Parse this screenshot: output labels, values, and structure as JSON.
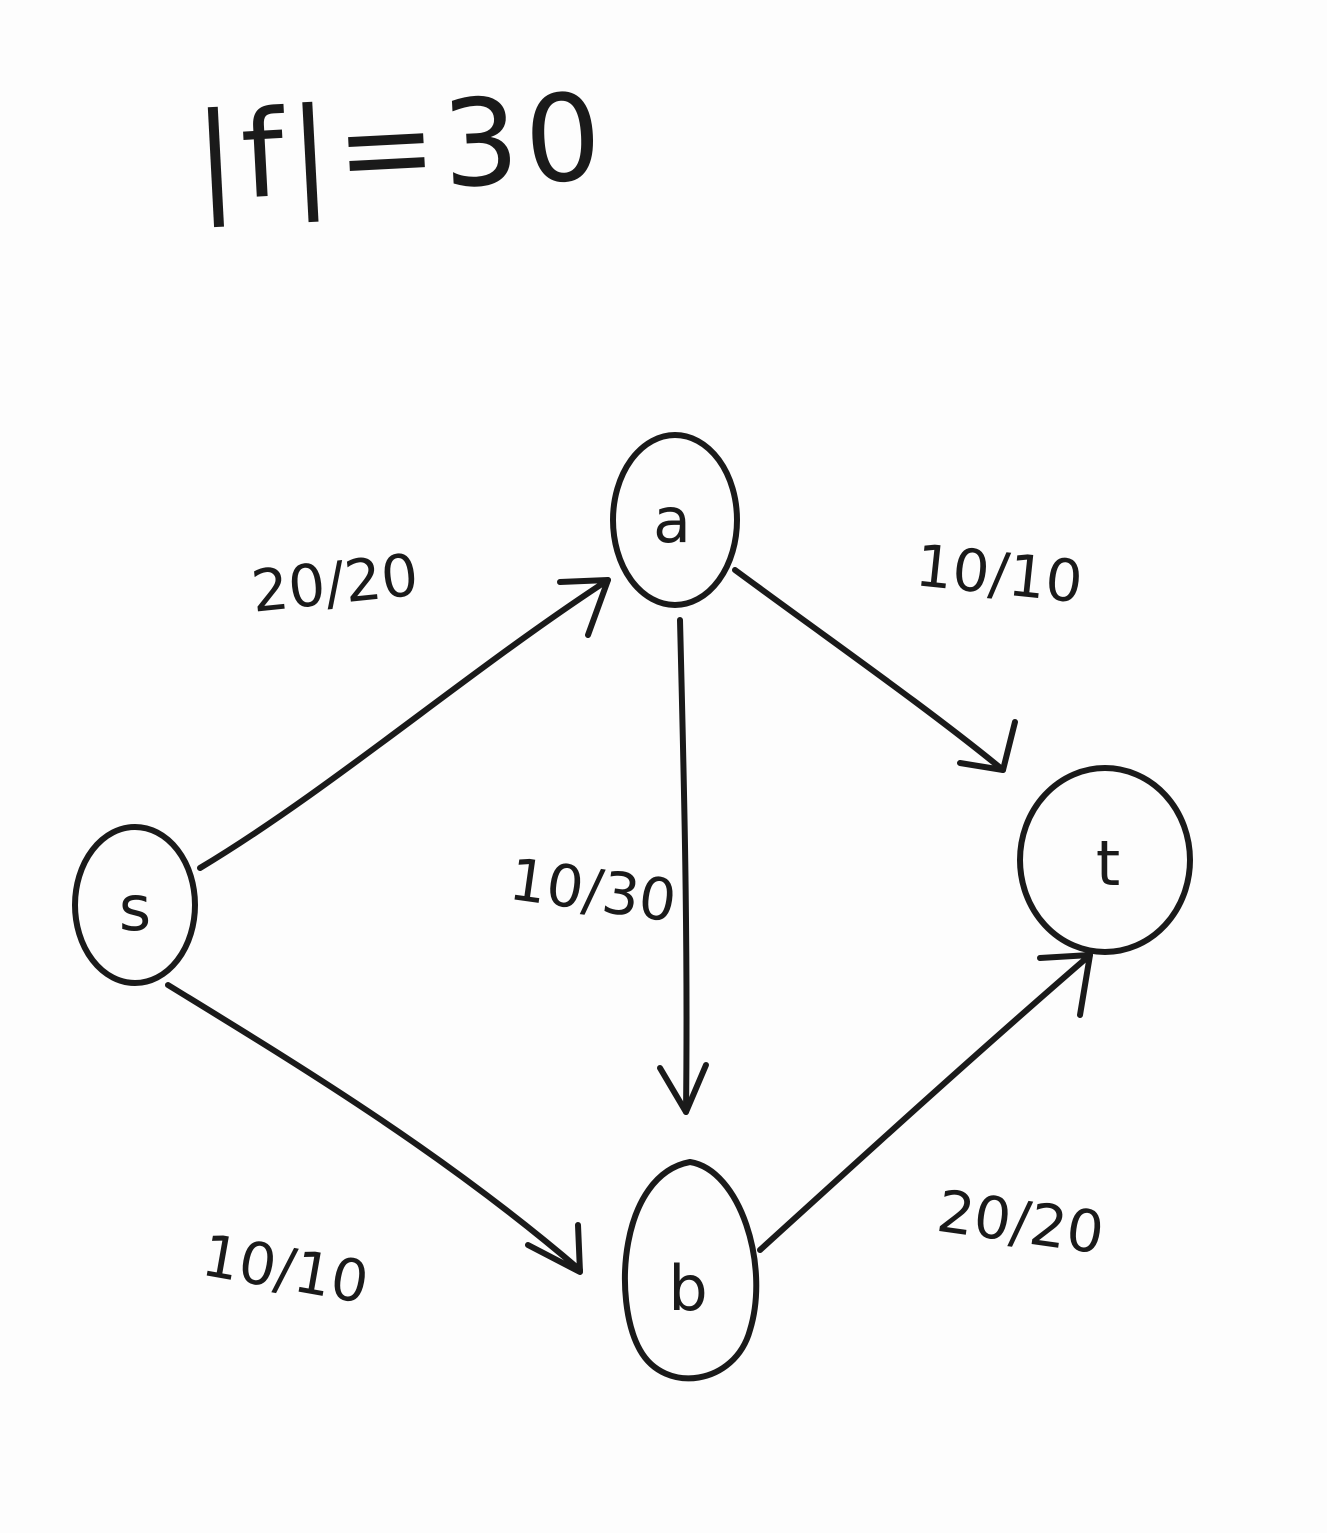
{
  "title": "|f|=30",
  "colors": {
    "ink": "#1a1a1a",
    "paper": "#fdfdfd"
  },
  "nodes": [
    {
      "id": "s",
      "label": "s"
    },
    {
      "id": "a",
      "label": "a"
    },
    {
      "id": "b",
      "label": "b"
    },
    {
      "id": "t",
      "label": "t"
    }
  ],
  "edges": [
    {
      "from": "s",
      "to": "a",
      "label": "20/20"
    },
    {
      "from": "a",
      "to": "t",
      "label": "10/10"
    },
    {
      "from": "a",
      "to": "b",
      "label": "10/30"
    },
    {
      "from": "s",
      "to": "b",
      "label": "10/10"
    },
    {
      "from": "b",
      "to": "t",
      "label": "20/20"
    }
  ]
}
